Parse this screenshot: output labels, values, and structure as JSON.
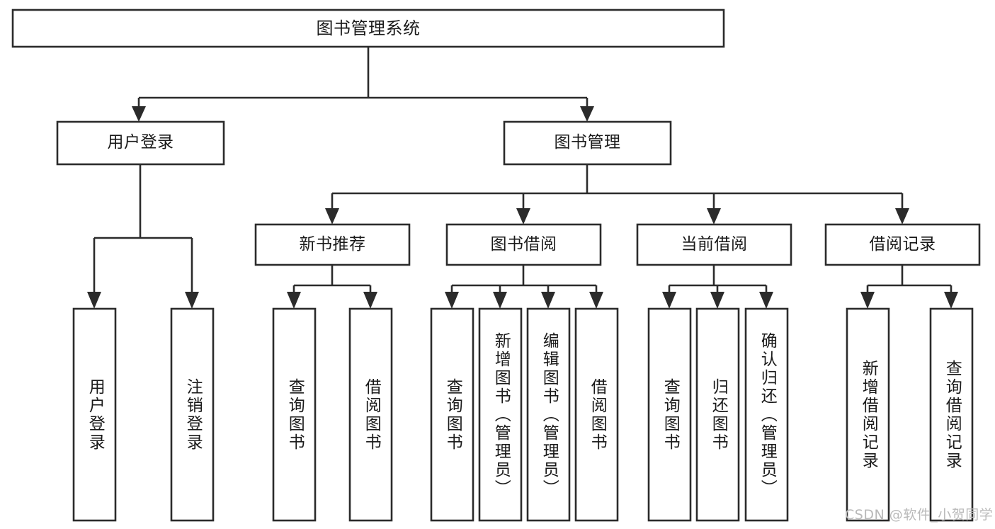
{
  "diagram": {
    "type": "tree",
    "title": "图书管理系统",
    "watermark": "CSDN @软件_小贺同学",
    "colors": {
      "stroke": "#2b2b2b",
      "fill": "#ffffff",
      "text": "#1a1a1a",
      "watermark": "#b9b9b9"
    },
    "nodes": {
      "root": "图书管理系统",
      "level2": [
        "用户登录",
        "图书管理"
      ],
      "level3": [
        "新书推荐",
        "图书借阅",
        "当前借阅",
        "借阅记录"
      ],
      "leaves": {
        "user_login": [
          "用户登录",
          "注销登录"
        ],
        "new_book_recommend": [
          "查询图书",
          "借阅图书"
        ],
        "book_borrow": [
          "查询图书",
          "新增图书（管理员）",
          "编辑图书（管理员）",
          "借阅图书"
        ],
        "current_borrow": [
          "查询图书",
          "归还图书",
          "确认归还（管理员）"
        ],
        "borrow_record": [
          "新增借阅记录",
          "查询借阅记录"
        ]
      }
    }
  }
}
